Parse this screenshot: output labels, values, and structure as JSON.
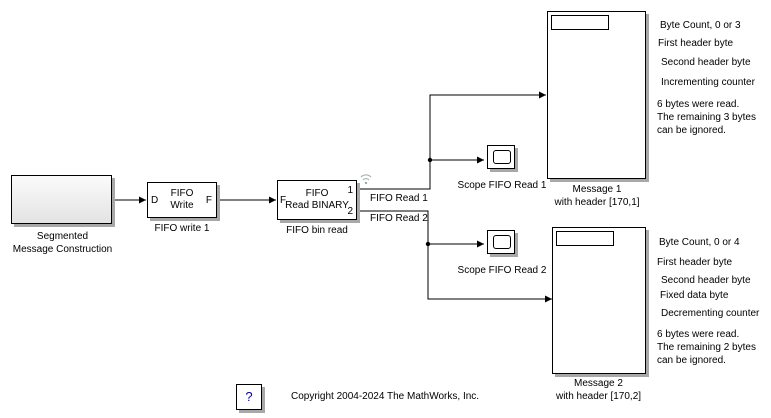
{
  "blocks": {
    "segmented": {
      "label_line1": "Segmented",
      "label_line2": "Message Construction"
    },
    "fifo_write": {
      "inner_line1": "FIFO",
      "inner_line2": "Write",
      "port_in": "D",
      "port_out": "F",
      "label": "FIFO write 1"
    },
    "fifo_read": {
      "inner_line1": "FIFO",
      "inner_line2": "Read BINARY",
      "port_in": "F",
      "port_out1": "1",
      "port_out2": "2",
      "label": "FIFO bin read"
    },
    "scope1": {
      "label": "Scope FIFO Read 1"
    },
    "scope2": {
      "label": "Scope FIFO Read 2"
    },
    "display1": {
      "label_line1": "Message 1",
      "label_line2": "with header [170,1]"
    },
    "display2": {
      "label_line1": "Message 2",
      "label_line2": "with header [170,2]"
    }
  },
  "signals": {
    "read1": "FIFO Read 1",
    "read2": "FIFO Read 2"
  },
  "annotations1": {
    "byte_count": "Byte Count, 0 or 3",
    "first_header": "First header byte",
    "second_header": "Second header byte",
    "counter": "Incrementing counter",
    "note_line1": "6 bytes were read.",
    "note_line2": "The remaining 3 bytes",
    "note_line3": "can be ignored."
  },
  "annotations2": {
    "byte_count": "Byte Count, 0 or 4",
    "first_header": "First header byte",
    "second_header": "Second header byte",
    "fixed": "Fixed data byte",
    "counter": "Decrementing counter",
    "note_line1": "6 bytes were read.",
    "note_line2": "The remaining 2 bytes",
    "note_line3": "can be ignored."
  },
  "footer": {
    "help_glyph": "?",
    "copyright": "Copyright 2004-2024 The MathWorks, Inc."
  },
  "icons": [
    "help-icon",
    "scope-icon",
    "wireless-icon"
  ]
}
